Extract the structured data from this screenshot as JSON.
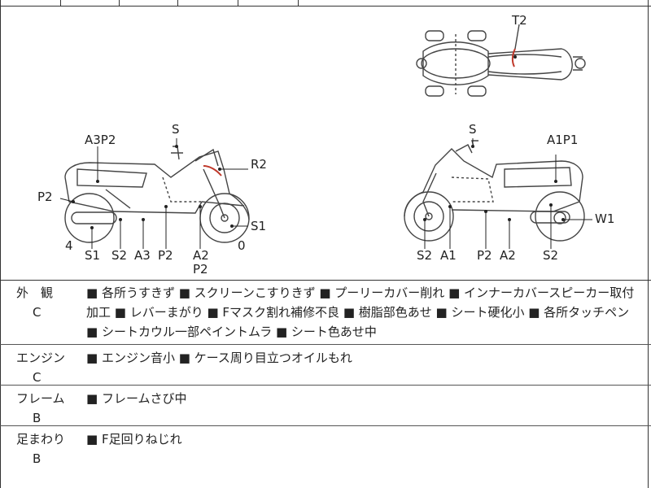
{
  "diagram": {
    "top_view": {
      "labels": [
        "T2"
      ]
    },
    "left_view": {
      "labels": [
        "S",
        "A3P2",
        "R2",
        "P2",
        "S1",
        "4",
        "S1",
        "S2",
        "A3",
        "P2",
        "A2",
        "P2",
        "0"
      ]
    },
    "right_view": {
      "labels": [
        "S",
        "A1P1",
        "W1",
        "S2",
        "A1",
        "P2",
        "A2",
        "S2"
      ]
    }
  },
  "rows": [
    {
      "category": "外　観",
      "grade": "C",
      "notes": "■ 各所うすきず ■ スクリーンこすりきず ■ プーリーカバー削れ ■ インナーカバースピーカー取付加工 ■ レバーまがり ■ Fマスク割れ補修不良 ■ 樹脂部色あせ ■ シート硬化小 ■ 各所タッチペン ■ シートカウル一部ペイントムラ ■ シート色あせ中"
    },
    {
      "category": "エンジン",
      "grade": "C",
      "notes": "■ エンジン音小 ■ ケース周り目立つオイルもれ"
    },
    {
      "category": "フレーム",
      "grade": "B",
      "notes": "■ フレームさび中"
    },
    {
      "category": "足まわり",
      "grade": "B",
      "notes": "■ F足回りねじれ"
    }
  ],
  "colors": {
    "damage_mark": "#c0392b",
    "line": "#333333"
  }
}
